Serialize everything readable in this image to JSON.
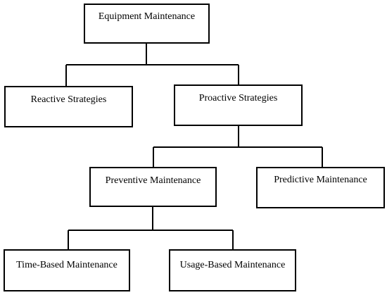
{
  "diagram": {
    "nodes": {
      "root": "Equipment Maintenance",
      "reactive": "Reactive Strategies",
      "proactive": "Proactive Strategies",
      "preventive": "Preventive Maintenance",
      "predictive": "Predictive Maintenance",
      "time_based": "Time-Based Maintenance",
      "usage_based": "Usage-Based Maintenance"
    },
    "edges": [
      [
        "root",
        "reactive"
      ],
      [
        "root",
        "proactive"
      ],
      [
        "proactive",
        "preventive"
      ],
      [
        "proactive",
        "predictive"
      ],
      [
        "preventive",
        "time_based"
      ],
      [
        "preventive",
        "usage_based"
      ]
    ],
    "colors": {
      "line": "#000000",
      "box_border": "#000000",
      "background": "#ffffff"
    }
  }
}
